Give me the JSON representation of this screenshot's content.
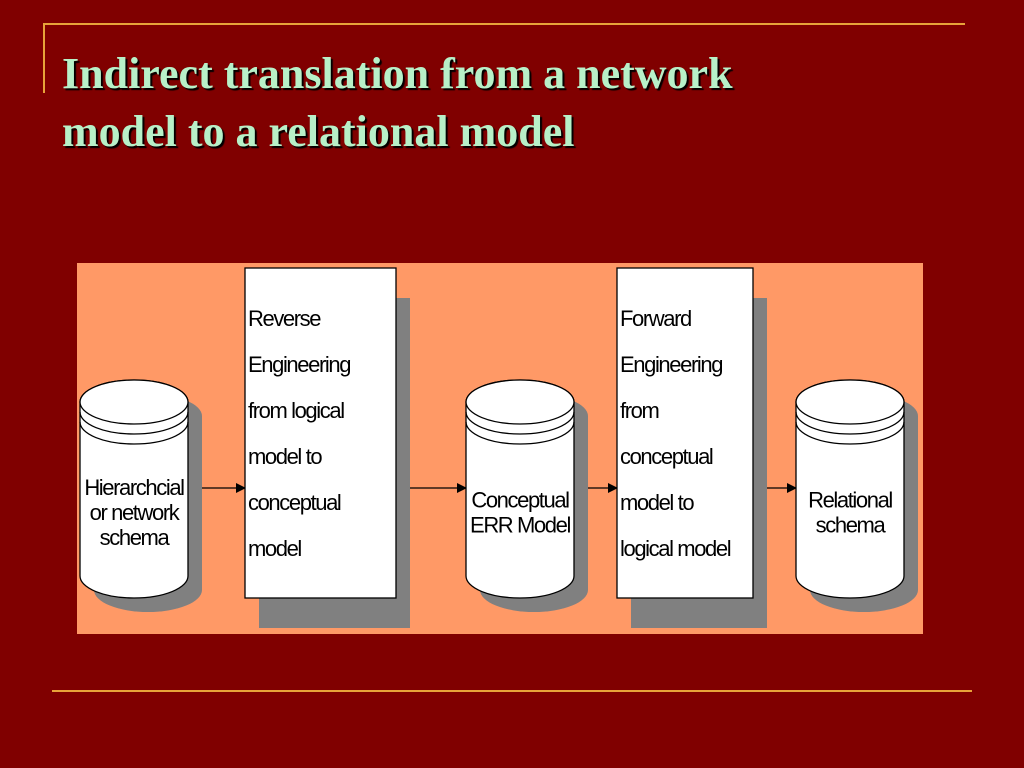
{
  "slide": {
    "title_line1": "Indirect translation from a network",
    "title_line2": "model to a relational model"
  },
  "colors": {
    "background": "#800000",
    "accent_line": "#e8a33a",
    "title": "#b8f0c8",
    "diagram_panel": "#ff9966",
    "shape_fill": "#ffffff",
    "shadow": "#808080"
  },
  "diagram": {
    "nodes": [
      {
        "id": "hierarchical-schema",
        "shape": "cylinder",
        "lines": [
          "Hierarchcial",
          "or network",
          "schema"
        ]
      },
      {
        "id": "reverse-engineering",
        "shape": "rectangle",
        "lines": [
          "Reverse",
          "Engineering",
          "from logical",
          "model to",
          "conceptual",
          "model"
        ]
      },
      {
        "id": "conceptual-err-model",
        "shape": "cylinder",
        "lines": [
          "Conceptual",
          "ERR Model"
        ]
      },
      {
        "id": "forward-engineering",
        "shape": "rectangle",
        "lines": [
          "Forward",
          "Engineering",
          "from",
          "conceptual",
          "model to",
          "logical model"
        ]
      },
      {
        "id": "relational-schema",
        "shape": "cylinder",
        "lines": [
          "Relational",
          "schema"
        ]
      }
    ],
    "edges": [
      {
        "from": "hierarchical-schema",
        "to": "reverse-engineering"
      },
      {
        "from": "reverse-engineering",
        "to": "conceptual-err-model"
      },
      {
        "from": "conceptual-err-model",
        "to": "forward-engineering"
      },
      {
        "from": "forward-engineering",
        "to": "relational-schema"
      }
    ]
  }
}
